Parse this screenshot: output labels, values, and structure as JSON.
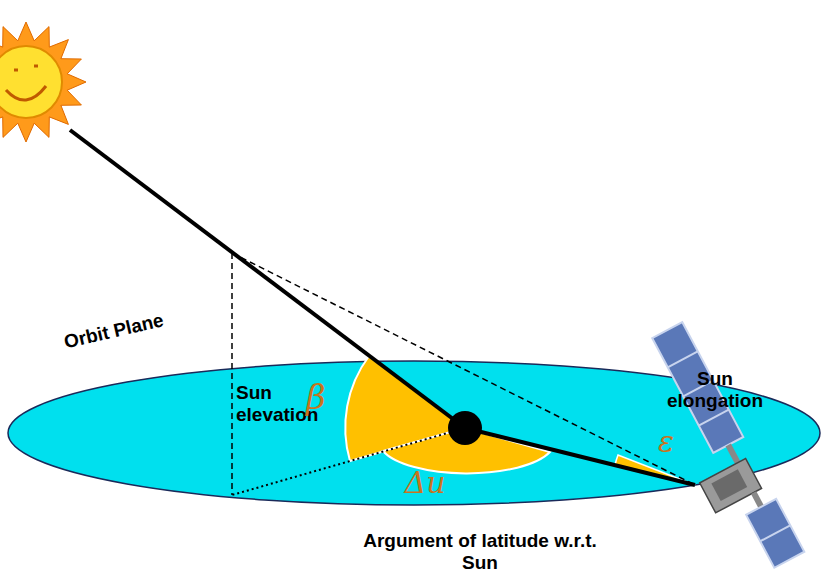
{
  "diagram": {
    "labels": [
      "Orbit Plane",
      "Sun elevation",
      "β",
      "Sun elongation",
      "ε",
      "Δu",
      "Argument of latitude w.r.t. Sun"
    ]
  }
}
